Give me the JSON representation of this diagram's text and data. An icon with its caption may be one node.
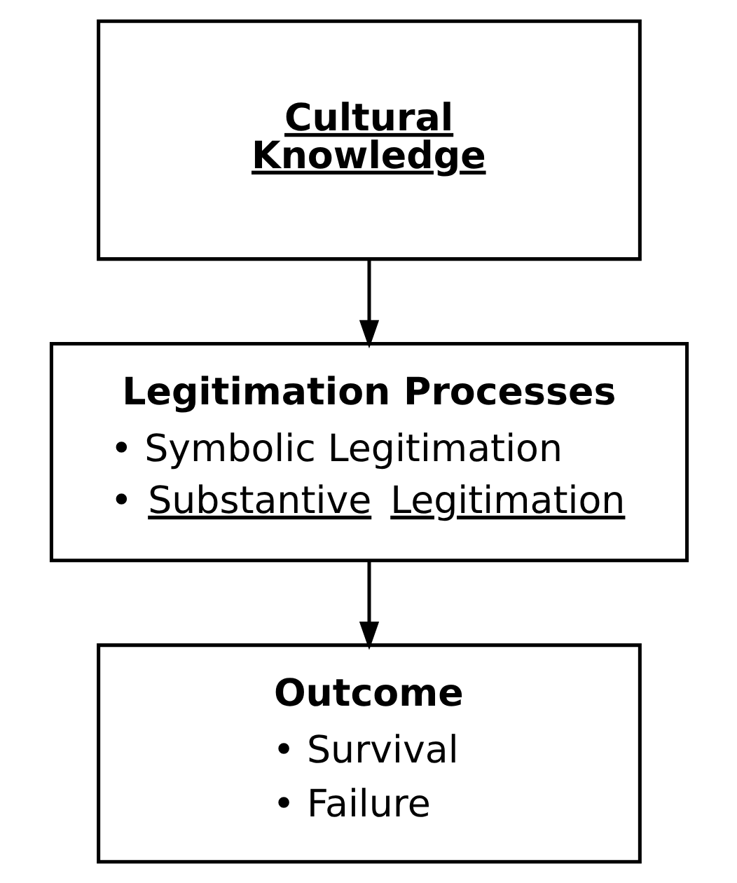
{
  "diagram": {
    "nodes": [
      {
        "text": [
          "Cultural Knowledge"
        ]
      },
      {
        "text": [
          "Legitimation Processes",
          "• Symbolic Legitimation",
          "• Substantive Legitimation"
        ]
      },
      {
        "text": [
          "Outcome",
          "• Survival",
          "• Failure"
        ]
      }
    ],
    "edges": [
      {
        "from": 0,
        "to": 1,
        "arrow": "to"
      },
      {
        "from": 1,
        "to": 2,
        "arrow": "to"
      }
    ]
  }
}
